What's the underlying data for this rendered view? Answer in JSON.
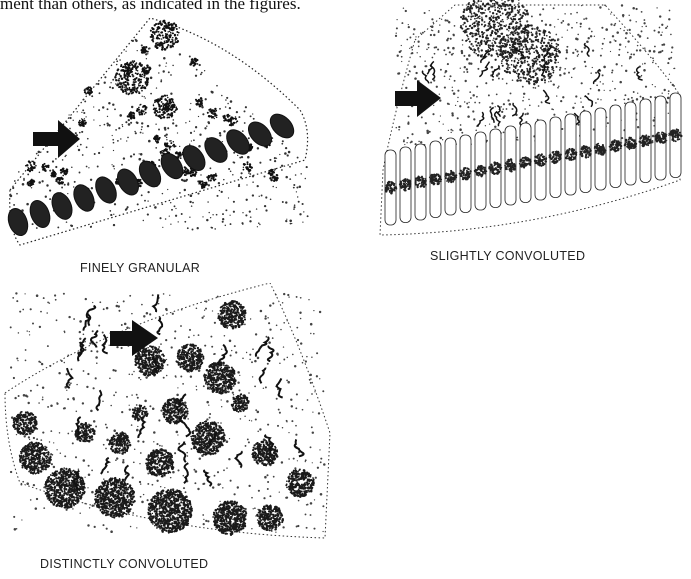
{
  "intro_fragment": "ment than others, as indicated in the figures.",
  "figures": [
    {
      "id": "finely-granular",
      "caption": "FINELY GRANULAR"
    },
    {
      "id": "slightly-convoluted",
      "caption": "SLIGHTLY CONVOLUTED"
    },
    {
      "id": "distinctly-convoluted",
      "caption": "DISTINCTLY CONVOLUTED"
    }
  ],
  "colors": {
    "ink": "#111111",
    "paper": "#ffffff"
  }
}
